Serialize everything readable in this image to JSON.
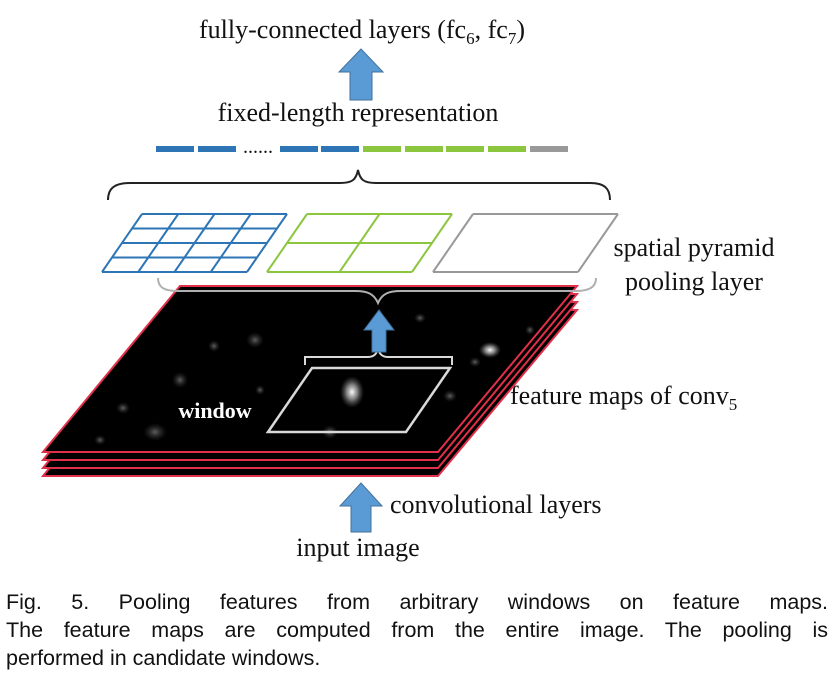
{
  "labels": {
    "fc_prefix": "fully-connected layers (fc",
    "fc_sub1": "6",
    "fc_mid": ", fc",
    "fc_sub2": "7",
    "fc_suffix": ")",
    "fixed_length": "fixed-length representation",
    "dots": "......",
    "spp_line1": "spatial pyramid",
    "spp_line2": "pooling layer",
    "window": "window",
    "feature_maps_prefix": "feature maps of conv",
    "feature_maps_sub": "5",
    "conv_layers": "convolutional layers",
    "input_image": "input image"
  },
  "colors": {
    "blue_bin": "#2e75b6",
    "green_bin": "#8cc63f",
    "gray_bin": "#999999",
    "arrow": "#5b9bd5",
    "map_border": "#e0304a",
    "map_fill": "#000000",
    "window_border": "#d9d9d9"
  },
  "grids": [
    {
      "name": "4x4",
      "rows": 4,
      "cols": 4,
      "color": "#2e75b6"
    },
    {
      "name": "2x2",
      "rows": 2,
      "cols": 2,
      "color": "#8cc63f"
    },
    {
      "name": "1x1",
      "rows": 1,
      "cols": 1,
      "color": "#999999"
    }
  ],
  "caption": {
    "line1": "Fig. 5. Pooling features from arbitrary windows on feature maps.",
    "line2": "The feature maps are computed from the entire image. The pooling is",
    "line3": "performed in candidate windows."
  }
}
